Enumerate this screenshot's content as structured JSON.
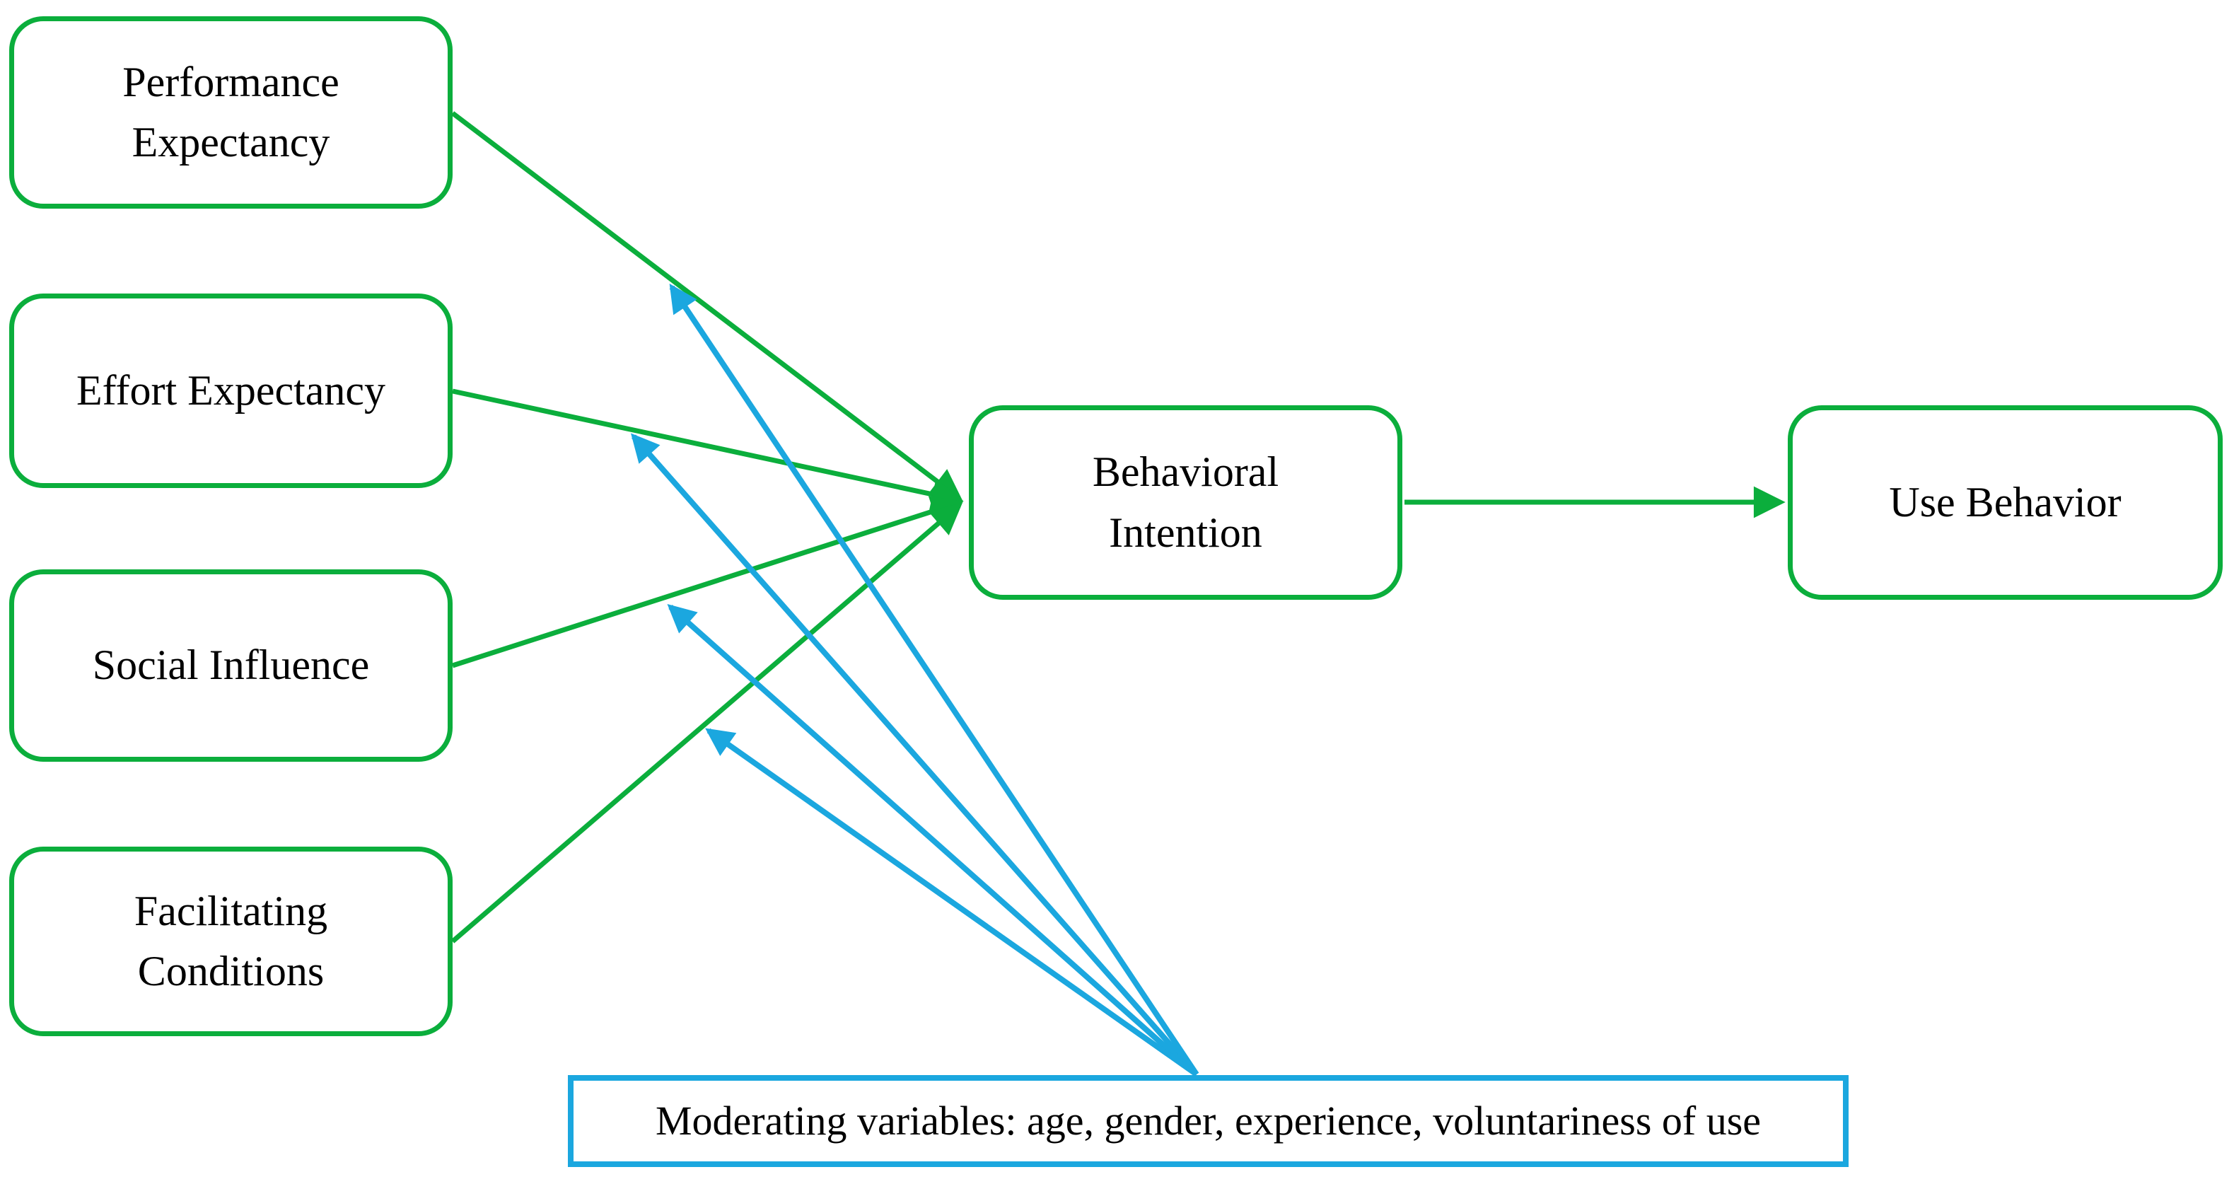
{
  "colors": {
    "green": "#0BAE3C",
    "blue": "#1BA7DF",
    "text": "#000000",
    "background": "#FFFFFF"
  },
  "nodes": {
    "performance_expectancy": {
      "label": "Performance\nExpectancy"
    },
    "effort_expectancy": {
      "label": "Effort Expectancy"
    },
    "social_influence": {
      "label": "Social Influence"
    },
    "facilitating_conditions": {
      "label": "Facilitating\nConditions"
    },
    "behavioral_intention": {
      "label": "Behavioral\nIntention"
    },
    "use_behavior": {
      "label": "Use Behavior"
    },
    "moderators": {
      "label": "Moderating variables: age, gender, experience, voluntariness of use"
    }
  },
  "edges": {
    "direct": [
      {
        "from": "Performance Expectancy",
        "to": "Behavioral Intention"
      },
      {
        "from": "Effort Expectancy",
        "to": "Behavioral Intention"
      },
      {
        "from": "Social Influence",
        "to": "Behavioral Intention"
      },
      {
        "from": "Facilitating Conditions",
        "to": "Behavioral Intention"
      },
      {
        "from": "Behavioral Intention",
        "to": "Use Behavior"
      }
    ],
    "moderating": [
      {
        "from": "Moderating variables",
        "moderates": "Performance Expectancy -> Behavioral Intention"
      },
      {
        "from": "Moderating variables",
        "moderates": "Effort Expectancy -> Behavioral Intention"
      },
      {
        "from": "Moderating variables",
        "moderates": "Social Influence -> Behavioral Intention"
      },
      {
        "from": "Moderating variables",
        "moderates": "Facilitating Conditions -> Behavioral Intention"
      }
    ]
  }
}
